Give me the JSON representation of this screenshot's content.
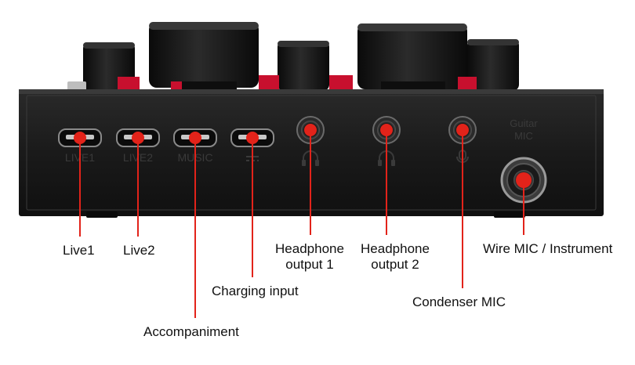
{
  "colors": {
    "leader": "#e2231a",
    "panel": "#1c1c1c",
    "knob": "#141414",
    "accent_red": "#c8102e",
    "label_text": "#111111"
  },
  "ports": [
    {
      "id": "live1",
      "label": "Live1",
      "kind": "micro-usb",
      "panel_marking": "LIVE1"
    },
    {
      "id": "live2",
      "label": "Live2",
      "kind": "micro-usb",
      "panel_marking": "LIVE2"
    },
    {
      "id": "accompaniment",
      "label": "Accompaniment",
      "kind": "micro-usb",
      "panel_marking": "MUSIC"
    },
    {
      "id": "charging",
      "label": "Charging input",
      "kind": "micro-usb",
      "panel_marking": "DC"
    },
    {
      "id": "hp1",
      "label": "Headphone\noutput 1",
      "kind": "3.5mm-jack",
      "panel_marking": "headphone-icon"
    },
    {
      "id": "hp2",
      "label": "Headphone\noutput 2",
      "kind": "3.5mm-jack",
      "panel_marking": "headphone-icon"
    },
    {
      "id": "condenser",
      "label": "Condenser MIC",
      "kind": "3.5mm-jack",
      "panel_marking": "mic-icon"
    },
    {
      "id": "wiremic",
      "label": "Wire MIC / Instrument",
      "kind": "6.35mm-jack",
      "panel_marking": "Guitar MIC"
    }
  ]
}
